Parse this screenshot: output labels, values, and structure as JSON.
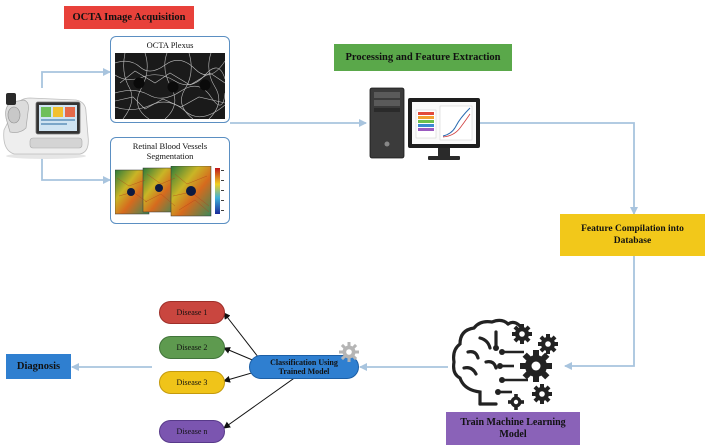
{
  "labels": {
    "acquisition": "OCTA Image Acquisition",
    "processing": "Processing and Feature Extraction",
    "compilation_line1": "Feature Compilation into",
    "compilation_line2": "Database",
    "train_line1": "Train Machine Learning",
    "train_line2": "Model",
    "classification_line1": "Classification Using",
    "classification_line2": "Trained Model",
    "diagnosis": "Diagnosis",
    "plexus": "OCTA Plexus",
    "vessels_line1": "Retinal Blood Vessels",
    "vessels_line2": "Segmentation"
  },
  "diseases": [
    "Disease 1",
    "Disease 2",
    "Disease 3",
    "Disease n"
  ],
  "colors": {
    "acquisition": "#e8413a",
    "processing": "#5aa84a",
    "compilation": "#f2c81a",
    "train": "#8a62b8",
    "classification": "#2f7fd0",
    "diagnosis": "#2f7fd0",
    "disease_1": "#c9463f",
    "disease_2": "#5e9a4f",
    "disease_3": "#f0c419",
    "disease_n": "#7b55b0",
    "connector": "#a8c4de"
  },
  "icons": [
    "octa-scanner-icon",
    "octa-plexus-image",
    "vessel-segmentation-image",
    "computer-icon",
    "brain-gears-icon",
    "gear-icon"
  ]
}
